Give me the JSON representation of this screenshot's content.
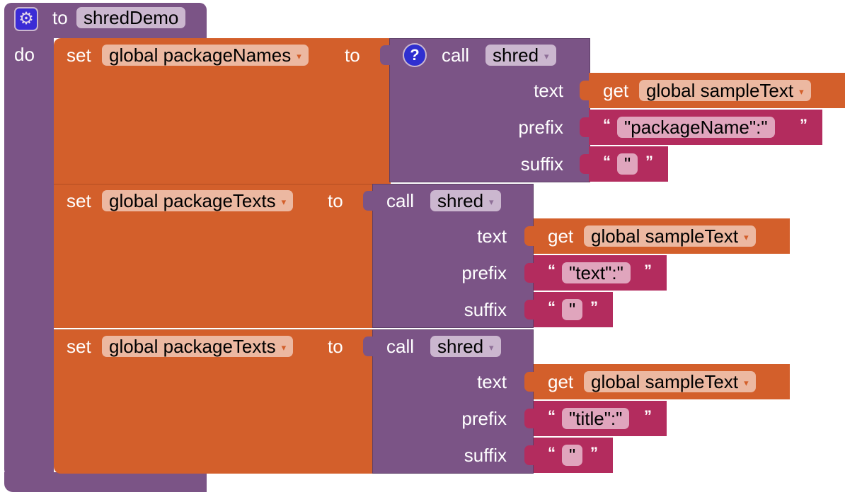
{
  "procedure": {
    "to_label": "to",
    "name": "shredDemo",
    "do_label": "do",
    "gear_icon": "gear-icon"
  },
  "statements": [
    {
      "set_label": "set",
      "variable": "global packageNames",
      "to_label": "to",
      "call_label": "call",
      "function": "shred",
      "args": {
        "text_label": "text",
        "get_label": "get",
        "text_var": "global sampleText",
        "prefix_label": "prefix",
        "prefix_value": "\"packageName\":\"",
        "suffix_label": "suffix",
        "suffix_value": "\""
      }
    },
    {
      "set_label": "set",
      "variable": "global packageTexts",
      "to_label": "to",
      "call_label": "call",
      "function": "shred",
      "args": {
        "text_label": "text",
        "get_label": "get",
        "text_var": "global sampleText",
        "prefix_label": "prefix",
        "prefix_value": "\"text\":\"",
        "suffix_label": "suffix",
        "suffix_value": "\""
      }
    },
    {
      "set_label": "set",
      "variable": "global packageTexts",
      "to_label": "to",
      "call_label": "call",
      "function": "shred",
      "args": {
        "text_label": "text",
        "get_label": "get",
        "text_var": "global sampleText",
        "prefix_label": "prefix",
        "prefix_value": "\"title\":\"",
        "suffix_label": "suffix",
        "suffix_value": "\""
      }
    }
  ],
  "quotes": {
    "open": "“",
    "close": "”"
  },
  "help_icon": {
    "name": "question-icon",
    "glyph": "?"
  },
  "dropdown_glyph": "▾",
  "colors": {
    "procedure": "#7b5486",
    "variables": "#d35f2b",
    "text": "#b32c5e"
  }
}
